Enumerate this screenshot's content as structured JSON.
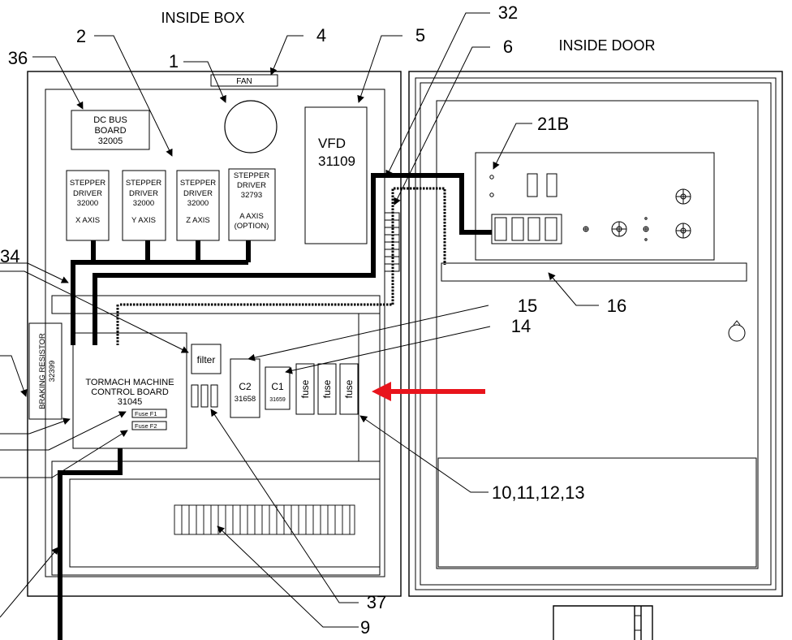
{
  "headings": {
    "inside_box": "INSIDE BOX",
    "inside_door": "INSIDE DOOR"
  },
  "components": {
    "fan": "FAN",
    "dc_bus": [
      "DC BUS",
      "BOARD",
      "32005"
    ],
    "vfd": [
      "VFD",
      "31109"
    ],
    "stepper_x": [
      "STEPPER",
      "DRIVER",
      "32000",
      "X AXIS"
    ],
    "stepper_y": [
      "STEPPER",
      "DRIVER",
      "32000",
      "Y AXIS"
    ],
    "stepper_z": [
      "STEPPER",
      "DRIVER",
      "32000",
      "Z AXIS"
    ],
    "stepper_a": [
      "STEPPER",
      "DRIVER",
      "32793",
      "A AXIS",
      "(OPTION)"
    ],
    "braking_resistor": [
      "BRAKING RESISTOR",
      "32399"
    ],
    "control_board": [
      "TORMACH MACHINE",
      "CONTROL BOARD",
      "31045"
    ],
    "fuse_f1": "Fuse F1",
    "fuse_f2": "Fuse F2",
    "filter": "filter",
    "c2": [
      "C2",
      "31658"
    ],
    "c1": [
      "C1",
      "31659"
    ],
    "fuse": "fuse"
  },
  "callouts": {
    "c1": "1",
    "c2": "2",
    "c4": "4",
    "c5": "5",
    "c6": "6",
    "c9": "9",
    "c10_13": "10,11,12,13",
    "c14": "14",
    "c15": "15",
    "c16": "16",
    "c21b": "21B",
    "c32": "32",
    "c34": "34",
    "c36": "36",
    "c37": "37"
  },
  "colors": {
    "line": "#000000",
    "highlight_arrow": "#e8141c"
  }
}
